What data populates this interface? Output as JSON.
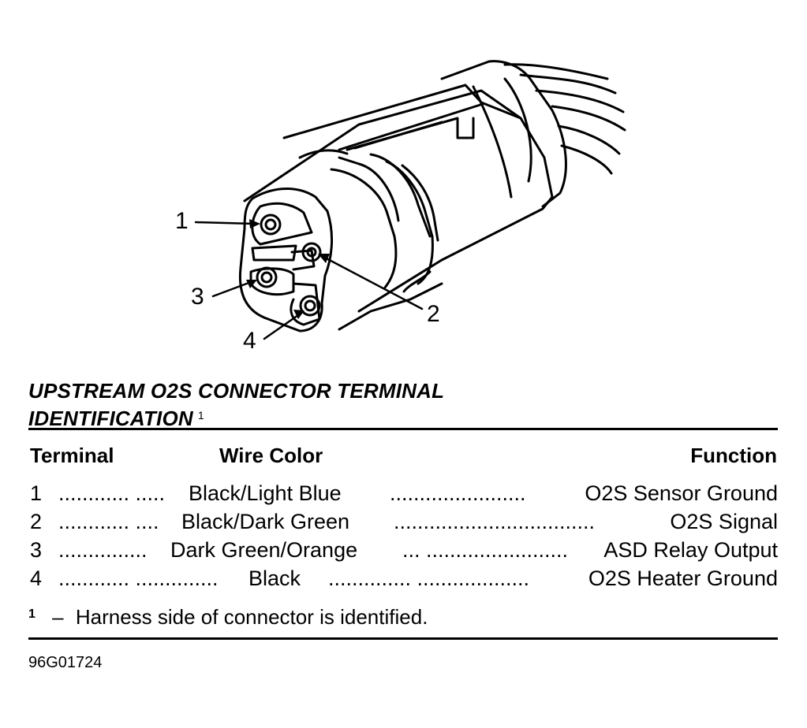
{
  "figure": {
    "callouts": [
      "1",
      "2",
      "3",
      "4"
    ]
  },
  "title": {
    "line1": "UPSTREAM O2S CONNECTOR TERMINAL",
    "line2": "IDENTIFICATION",
    "note_ref": "1"
  },
  "table": {
    "headers": {
      "terminal": "Terminal",
      "wire_color": "Wire Color",
      "function": "Function"
    },
    "rows": [
      {
        "terminal": "1",
        "dots1": "............ .....",
        "wire_color": "Black/Light Blue",
        "dots2": "....................... ",
        "function": "O2S Sensor Ground"
      },
      {
        "terminal": "2",
        "dots1": "............ ....",
        "wire_color": "Black/Dark Green",
        "dots2": "..................................",
        "function": "O2S Signal"
      },
      {
        "terminal": "3",
        "dots1": "...............",
        "wire_color": "Dark Green/Orange",
        "dots2": "... ........................",
        "function": "ASD Relay Output"
      },
      {
        "terminal": "4",
        "dots1": "............ ..............",
        "wire_color": "Black",
        "dots2": ".............. ...................",
        "function": "O2S Heater Ground"
      }
    ]
  },
  "footnote": {
    "mark": "1",
    "dash": "–",
    "text": "Harness side of connector is identified."
  },
  "figure_code": "96G01724"
}
